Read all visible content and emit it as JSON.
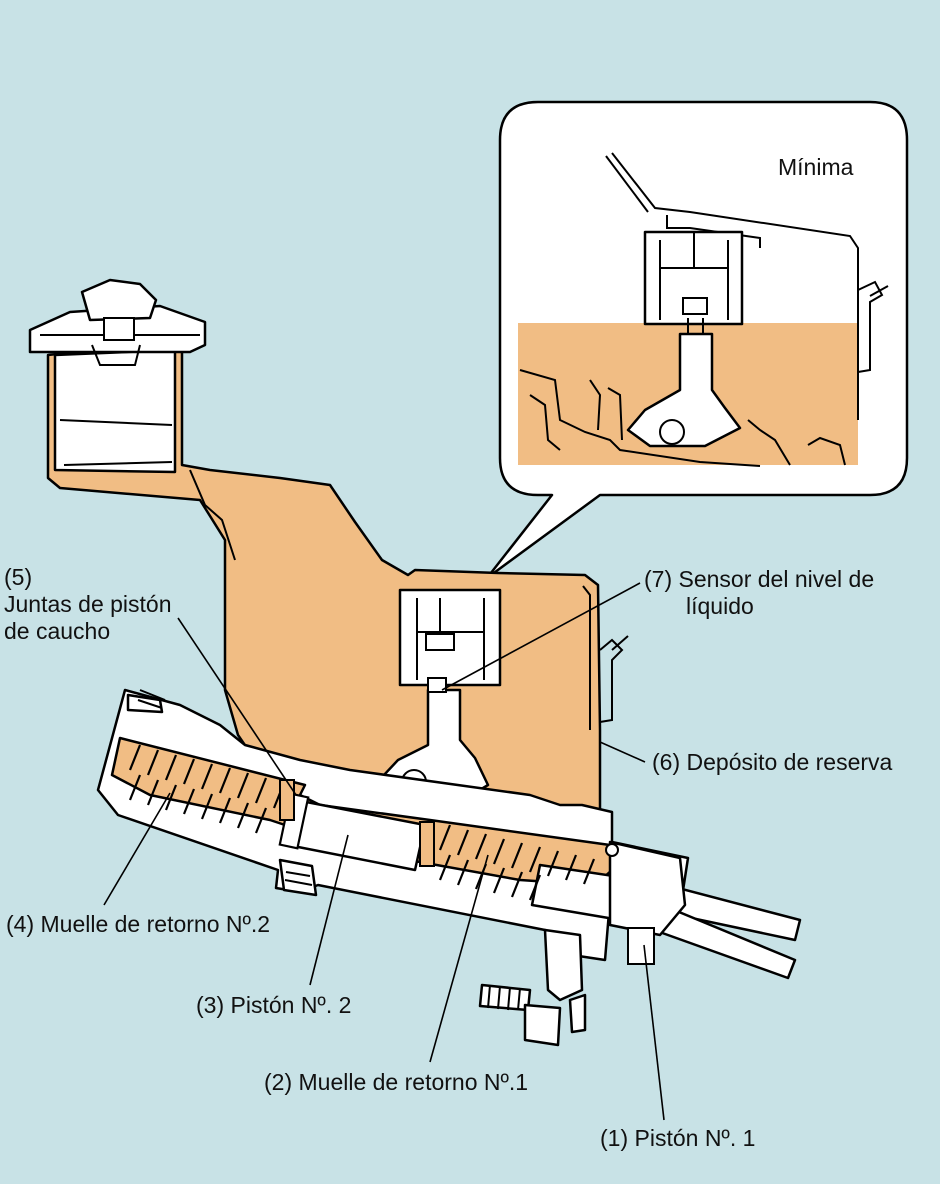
{
  "colors": {
    "background": "#c8e2e6",
    "fluid": "#f1bd84",
    "part": "#ffffff",
    "outline": "#000000"
  },
  "inset": {
    "label": "Mínima"
  },
  "labels": {
    "seals_number": "(5)",
    "seals_line1": "Juntas de pistón",
    "seals_line2": "de caucho",
    "sensor_line1": "(7) Sensor del nivel de",
    "sensor_line2": "líquido",
    "reservoir": "(6) Depósito de reserva",
    "spring2": "(4) Muelle de retorno Nº.2",
    "piston2": "(3) Pistón Nº. 2",
    "spring1": "(2) Muelle de retorno Nº.1",
    "piston1": "(1) Pistón Nº. 1"
  }
}
